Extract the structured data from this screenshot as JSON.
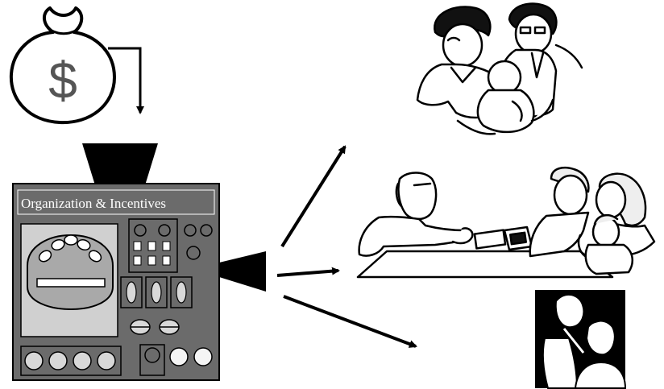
{
  "machine": {
    "label": "Organization & Incentives",
    "body_color": "#6b6b6b",
    "screen_color": "#d0d0d0",
    "dial_color": "#a9a9a9"
  },
  "icons": {
    "money_bag": "money-bag-icon",
    "dollar_sign": "$",
    "funnel": "funnel-icon",
    "output_nozzle": "nozzle-icon"
  },
  "outcomes": [
    {
      "name": "mother-father-baby-illustration"
    },
    {
      "name": "doctor-family-consultation-illustration"
    },
    {
      "name": "doctor-examining-patient-illustration"
    }
  ]
}
